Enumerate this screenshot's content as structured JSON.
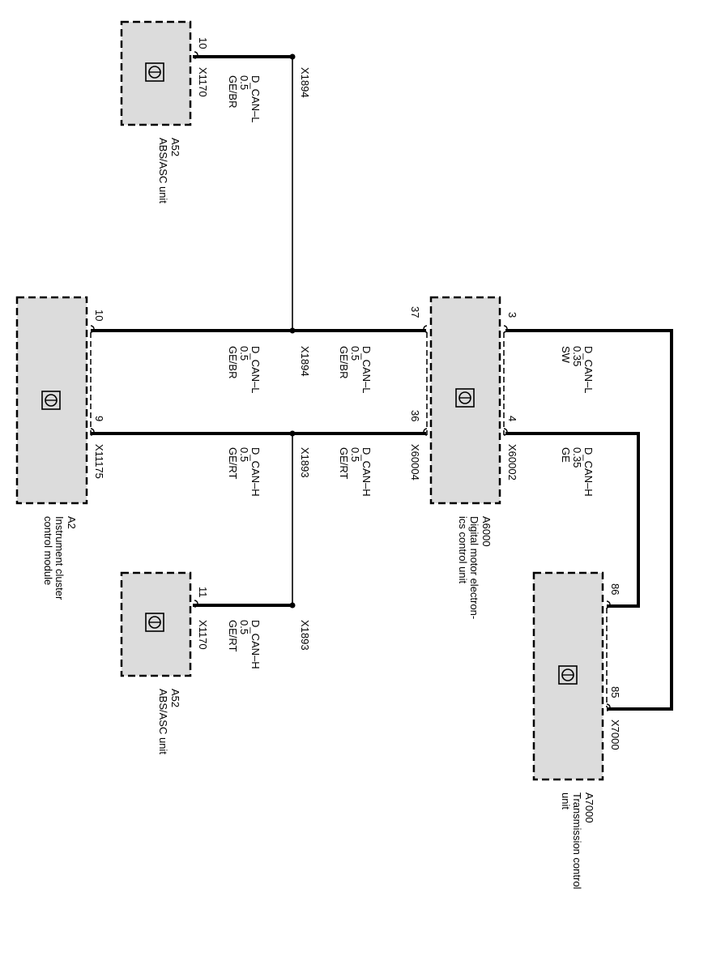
{
  "components": {
    "a52_top": {
      "id": "A52",
      "name": "ABS/ASC unit",
      "pin": "10",
      "connector": "X1170",
      "signal": "D_CAN–L",
      "gauge": "0.5",
      "color": "GE/BR"
    },
    "a52_bottom": {
      "id": "A52",
      "name": "ABS/ASC unit",
      "pin": "11",
      "connector": "X1170",
      "signal": "D_CAN–H",
      "gauge": "0.5",
      "color": "GE/RT"
    },
    "a2": {
      "id": "A2",
      "name_line1": "Instrument cluster",
      "name_line2": "control module",
      "pin_l": "10",
      "pin_h": "9",
      "connector": "X11175"
    },
    "a6000": {
      "id": "A6000",
      "name_line1": "Digital motor electron-",
      "name_line2": "ics control unit",
      "pin_l_left": "37",
      "pin_h_left": "36",
      "connector_left": "X60004",
      "pin_l_right": "3",
      "pin_h_right": "4",
      "connector_right": "X60002"
    },
    "a7000": {
      "id": "A7000",
      "name_line1": "Transmission control",
      "name_line2": "unit",
      "pin_a": "86",
      "pin_b": "85",
      "connector": "X7000"
    }
  },
  "splices": {
    "top": "X1894",
    "bottom": "X1893",
    "mid_l": "X1894",
    "mid_h": "X1893"
  },
  "wires": {
    "a2_l": {
      "signal": "D_CAN–L",
      "gauge": "0.5",
      "color": "GE/BR"
    },
    "a2_h": {
      "signal": "D_CAN–H",
      "gauge": "0.5",
      "color": "GE/RT"
    },
    "a6000_l": {
      "signal": "D_CAN–L",
      "gauge": "0.5",
      "color": "GE/BR"
    },
    "a6000_h": {
      "signal": "D_CAN–H",
      "gauge": "0.5",
      "color": "GE/RT"
    },
    "a7000_l": {
      "signal": "D_CAN–L",
      "gauge": "0.35",
      "color": "SW"
    },
    "a7000_h": {
      "signal": "D_CAN–H",
      "gauge": "0.35",
      "color": "GE"
    }
  }
}
